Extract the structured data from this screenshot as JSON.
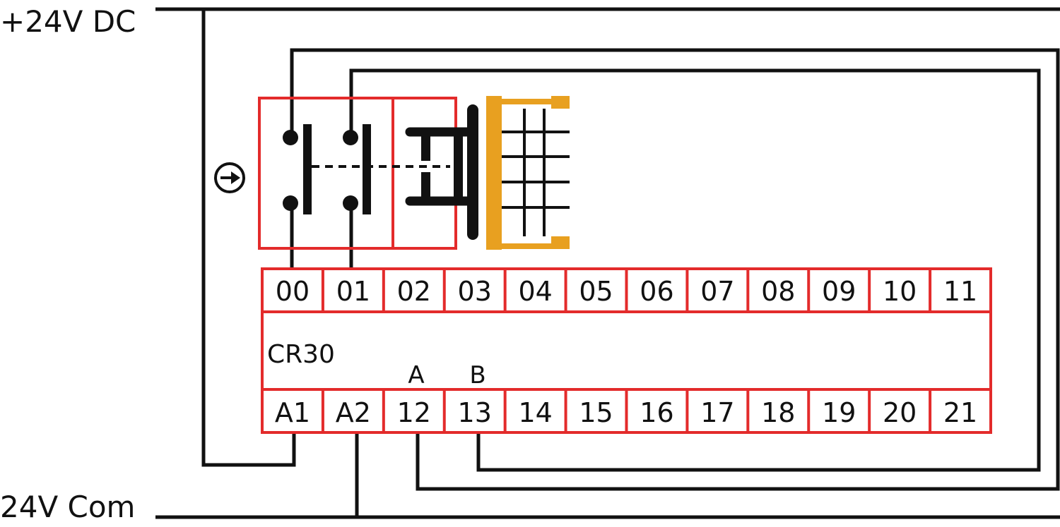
{
  "supply": {
    "positive_label": "+24V DC",
    "common_label": "24V Com"
  },
  "module": {
    "name": "CR30",
    "top_terminals": [
      "00",
      "01",
      "02",
      "03",
      "04",
      "05",
      "06",
      "07",
      "08",
      "09",
      "10",
      "11"
    ],
    "bottom_terminals": [
      "A1",
      "A2",
      "12",
      "13",
      "14",
      "15",
      "16",
      "17",
      "18",
      "19",
      "20",
      "21"
    ],
    "channel_a_label": "A",
    "channel_b_label": "B"
  },
  "colors": {
    "wire": "#111111",
    "terminal_outline": "#e32b2b",
    "guard_frame": "#e8a020",
    "background": "#ffffff"
  },
  "icons": {
    "arrow_symbol": "circled-arrow-icon",
    "safety_switch": "two-channel-safety-switch-icon",
    "guard": "guard-door-icon"
  }
}
